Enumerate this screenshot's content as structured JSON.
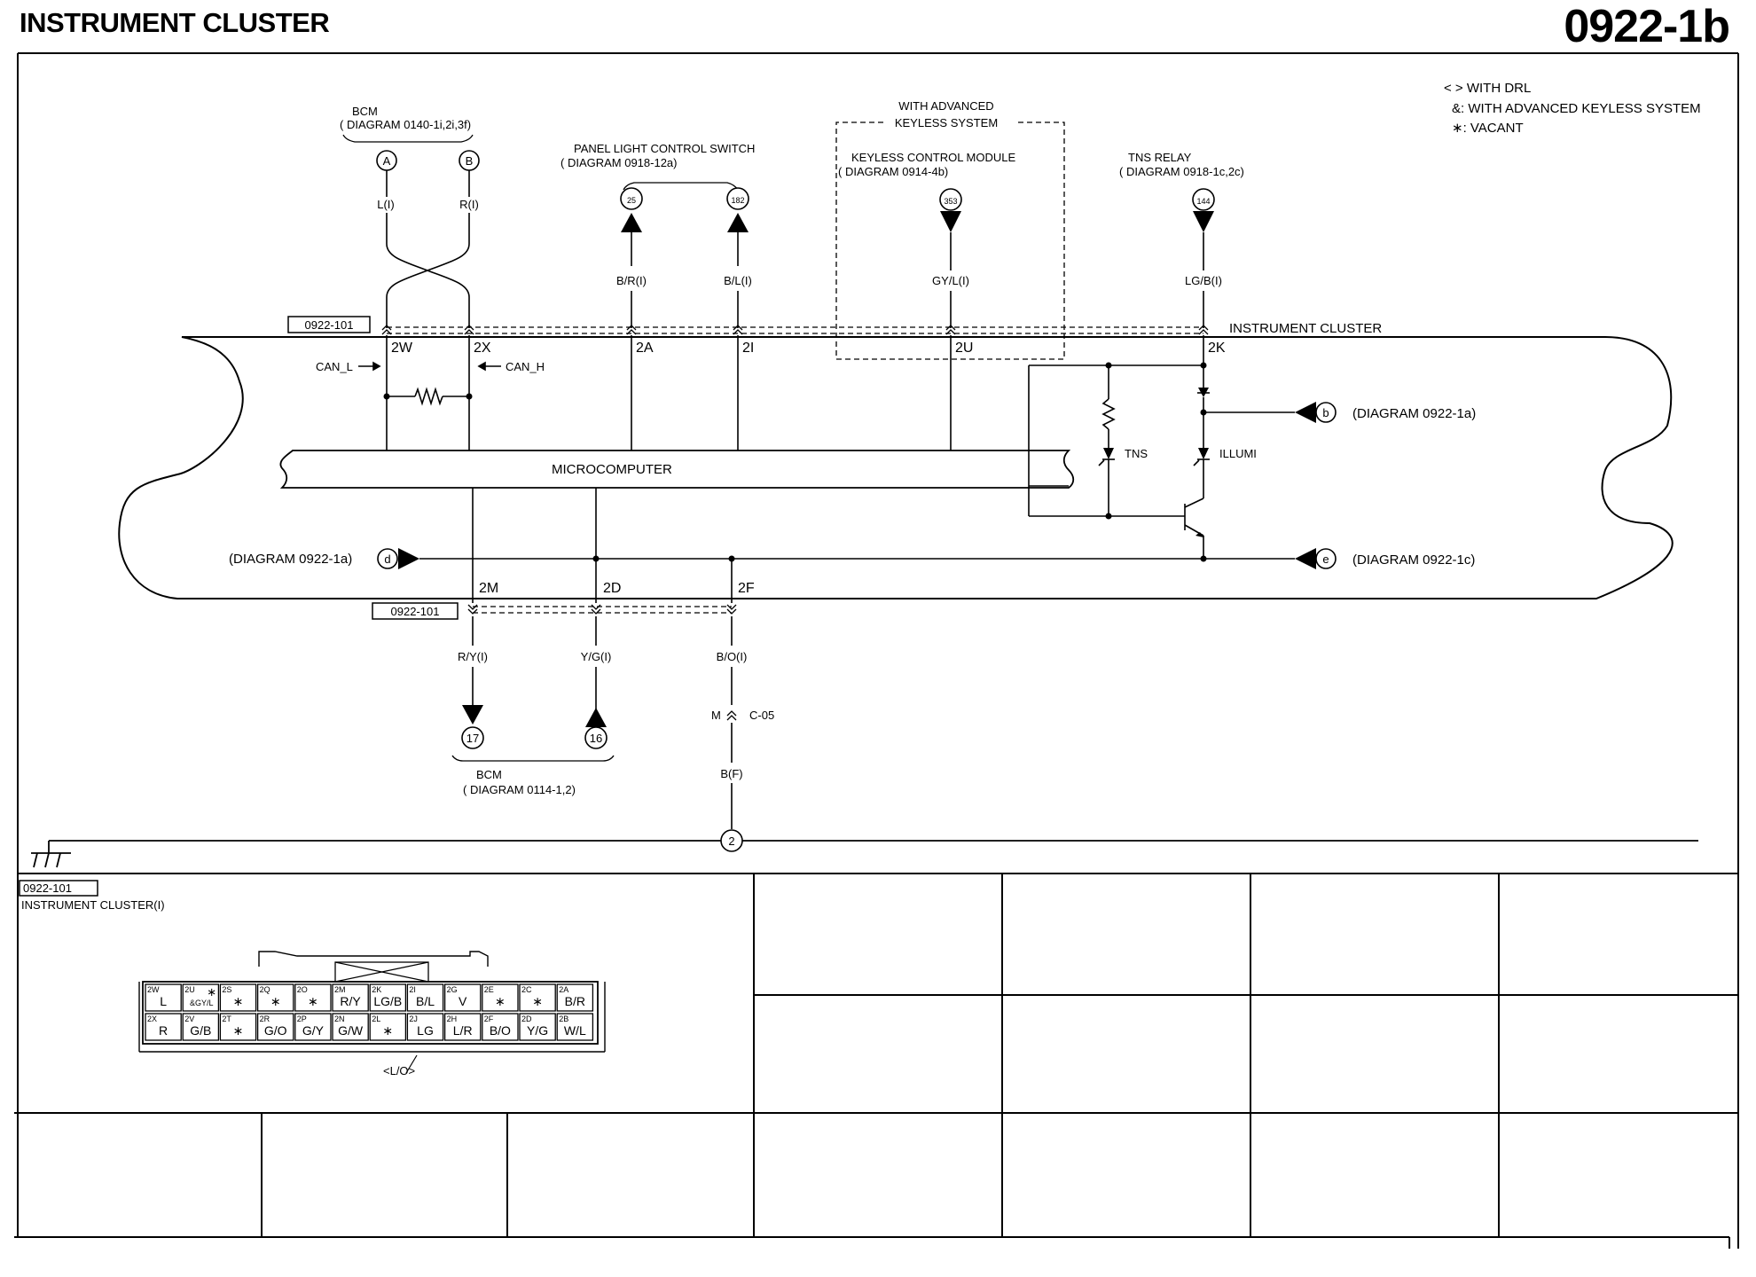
{
  "header": {
    "title": "INSTRUMENT CLUSTER",
    "code": "0922-1b"
  },
  "legend": [
    "< > WITH DRL",
    "&: WITH ADVANCED KEYLESS SYSTEM",
    "∗: VACANT"
  ],
  "top_sources": {
    "bcm": {
      "name": "BCM",
      "ref": "( DIAGRAM 0140-1i,2i,3f)",
      "tA": "A",
      "tB": "B",
      "wA": "L(I)",
      "wB": "R(I)"
    },
    "panel": {
      "name": "PANEL LIGHT CONTROL SWITCH",
      "ref": "( DIAGRAM 0918-12a)",
      "t1": "25",
      "t2": "182",
      "w1": "B/R(I)",
      "w2": "B/L(I)"
    },
    "keyless": {
      "option1": "WITH ADVANCED",
      "option2": "KEYLESS SYSTEM",
      "name": "KEYLESS CONTROL MODULE",
      "ref": "( DIAGRAM 0914-4b)",
      "t": "353",
      "w": "GY/L(I)"
    },
    "tns": {
      "name": "TNS RELAY",
      "ref": "( DIAGRAM 0918-1c,2c)",
      "t": "144",
      "w": "LG/B(I)"
    }
  },
  "connector_ref": "0922-101",
  "cluster": {
    "label": "INSTRUMENT CLUSTER",
    "microcomputer": "MICROCOMPUTER",
    "can_l": "CAN_L",
    "can_h": "CAN_H",
    "tns": "TNS",
    "illumi": "ILLUMI",
    "top_pins": [
      "2W",
      "2X",
      "2A",
      "2I",
      "2U",
      "2K"
    ],
    "bottom_pins": [
      "2M",
      "2D",
      "2F"
    ]
  },
  "offpage": {
    "b": {
      "letter": "b",
      "ref": "(DIAGRAM 0922-1a)"
    },
    "d": {
      "letter": "d",
      "ref": "(DIAGRAM 0922-1a)"
    },
    "e": {
      "letter": "e",
      "ref": "(DIAGRAM 0922-1c)"
    }
  },
  "bottom_wires": {
    "w1": "R/Y(I)",
    "w2": "Y/G(I)",
    "w3": "B/O(I)",
    "t1": "17",
    "t2": "16",
    "bcm": "BCM",
    "bcm_ref": "( DIAGRAM 0114-1,2)",
    "conn_m": "M",
    "conn_id": "C-05",
    "w4": "B(F)",
    "ground_no": "2"
  },
  "connector_view": {
    "ref": "0922-101",
    "title": "INSTRUMENT CLUSTER(I)",
    "row1": [
      {
        "p": "2W",
        "c": "L"
      },
      {
        "p": "2U",
        "c": "&GY/L"
      },
      {
        "p": "2S",
        "c": "∗"
      },
      {
        "p": "2Q",
        "c": "∗"
      },
      {
        "p": "2O",
        "c": "∗"
      },
      {
        "p": "2M",
        "c": "R/Y"
      },
      {
        "p": "2K",
        "c": "LG/B"
      },
      {
        "p": "2I",
        "c": "B/L"
      },
      {
        "p": "2G",
        "c": "V"
      },
      {
        "p": "2E",
        "c": "∗"
      },
      {
        "p": "2C",
        "c": "∗"
      },
      {
        "p": "2A",
        "c": "B/R"
      }
    ],
    "row2": [
      {
        "p": "2X",
        "c": "R"
      },
      {
        "p": "2V",
        "c": "G/B"
      },
      {
        "p": "2T",
        "c": "∗"
      },
      {
        "p": "2R",
        "c": "G/O"
      },
      {
        "p": "2P",
        "c": "G/Y"
      },
      {
        "p": "2N",
        "c": "G/W"
      },
      {
        "p": "2L",
        "c": "∗"
      },
      {
        "p": "2J",
        "c": "LG"
      },
      {
        "p": "2H",
        "c": "L/R"
      },
      {
        "p": "2F",
        "c": "B/O"
      },
      {
        "p": "2D",
        "c": "Y/G"
      },
      {
        "p": "2B",
        "c": "W/L"
      }
    ],
    "drl_note": "<L/O>",
    "vacant_mark": "∗"
  }
}
